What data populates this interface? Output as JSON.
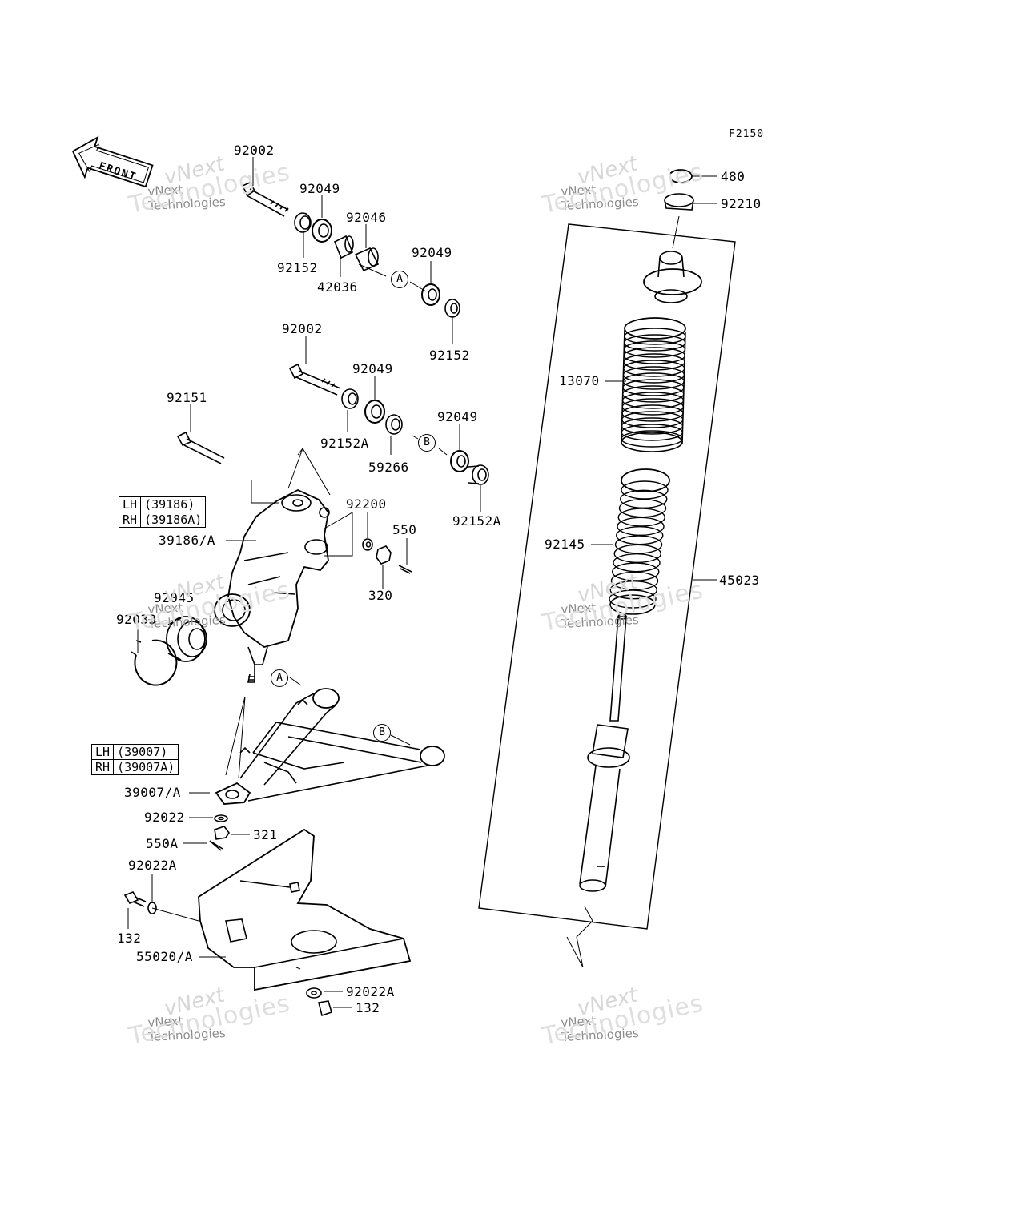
{
  "diagram_code": "F2150",
  "front_label": "FRONT",
  "watermark": {
    "line1": "vNext Technologies",
    "line2": "Technologies",
    "brand": "vNext"
  },
  "callouts": {
    "p92002_top": "92002",
    "p92049_a": "92049",
    "p92046": "92046",
    "p92152_a": "92152",
    "p42036": "42036",
    "p92049_b": "92049",
    "p92152_b": "92152",
    "p92002_mid": "92002",
    "p92049_c": "92049",
    "p92152A_a": "92152A",
    "p59266": "59266",
    "p92049_d": "92049",
    "p92152A_b": "92152A",
    "p92151": "92151",
    "p92200": "92200",
    "p550": "550",
    "p320": "320",
    "p39186A": "39186/A",
    "p92045": "92045",
    "p92033": "92033",
    "p39007A": "39007/A",
    "p92022": "92022",
    "p321": "321",
    "p550A": "550A",
    "p92022A_a": "92022A",
    "p132_a": "132",
    "p55020A": "55020/A",
    "p92022A_b": "92022A",
    "p132_b": "132",
    "p480": "480",
    "p92210": "92210",
    "p13070": "13070",
    "p92145": "92145",
    "p45023": "45023"
  },
  "variant_tables": {
    "knuckle": [
      {
        "side": "LH",
        "part": "(39186)"
      },
      {
        "side": "RH",
        "part": "(39186A)"
      }
    ],
    "arm": [
      {
        "side": "LH",
        "part": "(39007)"
      },
      {
        "side": "RH",
        "part": "(39007A)"
      }
    ]
  },
  "reference_letters": {
    "a1": "A",
    "b1": "B",
    "a2": "A",
    "b2": "B"
  }
}
